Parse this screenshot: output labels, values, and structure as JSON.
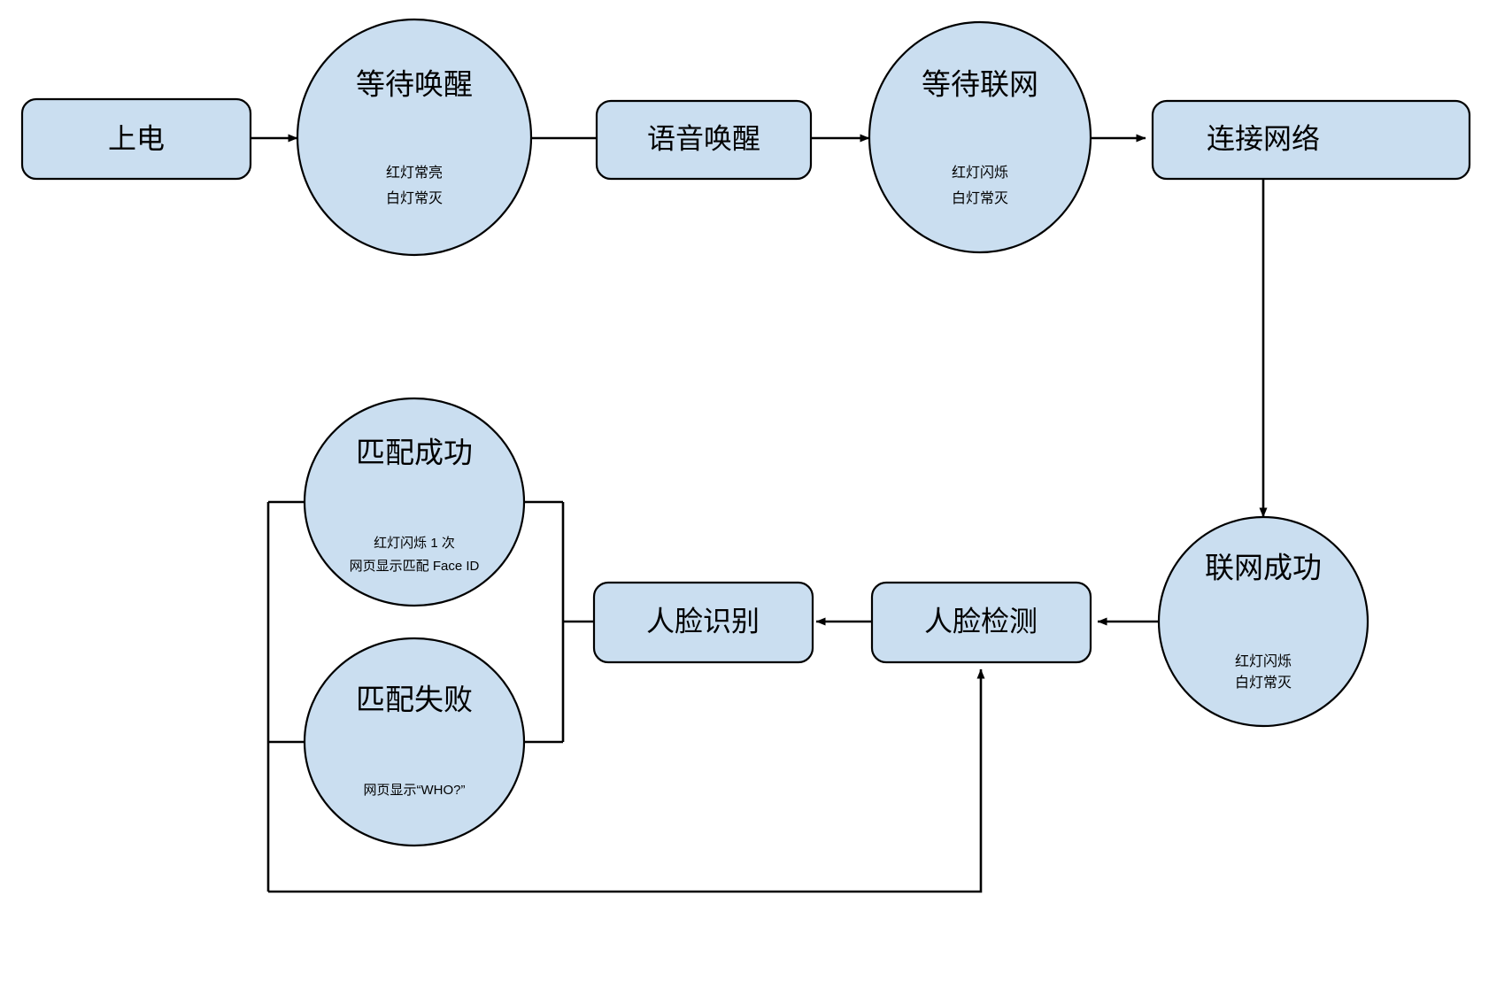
{
  "diagram": {
    "type": "flowchart",
    "background_color": "#ffffff",
    "node_fill_color": "#cadef0",
    "node_stroke_color": "#000000",
    "nodes": [
      {
        "id": "power-on",
        "shape": "rounded-rectangle",
        "title": "上电",
        "sub_lines": []
      },
      {
        "id": "wait-wakeup",
        "shape": "ellipse",
        "title": "等待唤醒",
        "sub_lines": [
          "红灯常亮",
          "白灯常灭"
        ]
      },
      {
        "id": "voice-wakeup",
        "shape": "rounded-rectangle",
        "title": "语音唤醒",
        "sub_lines": []
      },
      {
        "id": "wait-network",
        "shape": "ellipse",
        "title": "等待联网",
        "sub_lines": [
          "红灯闪烁",
          "白灯常灭"
        ]
      },
      {
        "id": "connect-network",
        "shape": "rounded-rectangle",
        "title": "连接网络",
        "sub_lines": []
      },
      {
        "id": "network-success",
        "shape": "ellipse",
        "title": "联网成功",
        "sub_lines": [
          "红灯闪烁",
          "白灯常灭"
        ]
      },
      {
        "id": "face-detect",
        "shape": "rounded-rectangle",
        "title": "人脸检测",
        "sub_lines": []
      },
      {
        "id": "face-recognize",
        "shape": "rounded-rectangle",
        "title": "人脸识别",
        "sub_lines": []
      },
      {
        "id": "match-success",
        "shape": "ellipse",
        "title": "匹配成功",
        "sub_lines": [
          "红灯闪烁 1 次",
          "网页显示匹配 Face ID"
        ]
      },
      {
        "id": "match-fail",
        "shape": "ellipse",
        "title": "匹配失败",
        "sub_lines": [
          "网页显示“WHO?”"
        ]
      }
    ],
    "edges": [
      {
        "id": "e1",
        "from": "power-on",
        "to": "wait-wakeup",
        "arrow": true
      },
      {
        "id": "e2",
        "from": "wait-wakeup",
        "to": "voice-wakeup",
        "arrow": true
      },
      {
        "id": "e3",
        "from": "voice-wakeup",
        "to": "wait-network",
        "arrow": true
      },
      {
        "id": "e4",
        "from": "wait-network",
        "to": "connect-network",
        "arrow": true
      },
      {
        "id": "e5",
        "from": "connect-network",
        "to": "network-success",
        "arrow": true
      },
      {
        "id": "e6",
        "from": "network-success",
        "to": "face-detect",
        "arrow": true
      },
      {
        "id": "e7",
        "from": "face-detect",
        "to": "face-recognize",
        "arrow": true
      },
      {
        "id": "e8",
        "from": "face-recognize",
        "to": "match-success",
        "arrow": false
      },
      {
        "id": "e9",
        "from": "face-recognize",
        "to": "match-fail",
        "arrow": false
      },
      {
        "id": "e10",
        "from": "match-fail",
        "to": "face-detect",
        "arrow": true
      }
    ]
  }
}
